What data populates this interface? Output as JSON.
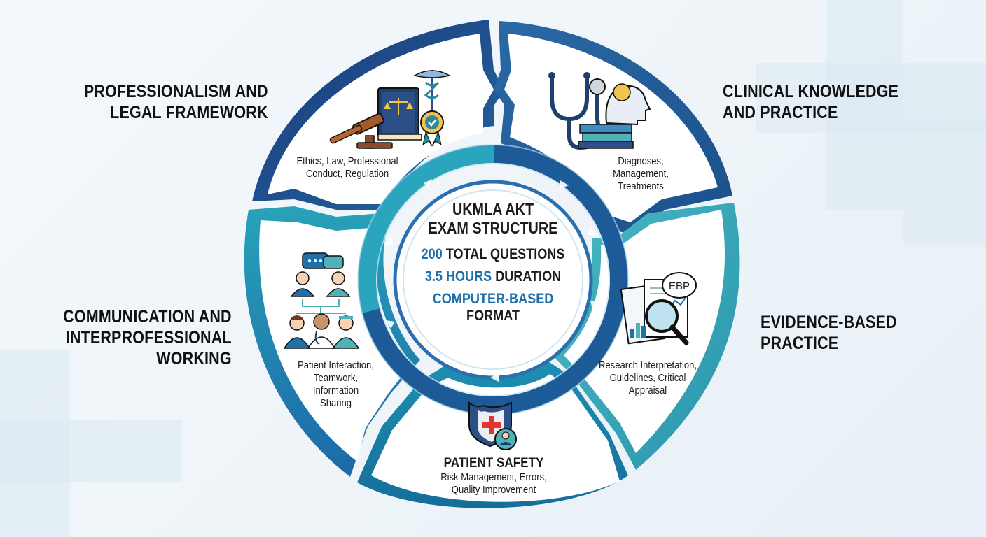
{
  "center": {
    "title_line1": "UKMLA AKT",
    "title_line2": "EXAM STRUCTURE",
    "q_num": "200",
    "q_text": "TOTAL QUESTIONS",
    "d_num": "3.5 HOURS",
    "d_text": "DURATION",
    "f_accent": "COMPUTER-BASED",
    "f_text": "FORMAT"
  },
  "segments": [
    {
      "title": [
        "PROFESSIONALISM AND",
        "LEGAL FRAMEWORK"
      ],
      "desc": [
        "Ethics, Law, Professional",
        "Conduct, Regulation"
      ],
      "icon": "gavel-law-books-icon",
      "color": "#1e3f7e"
    },
    {
      "title": [
        "CLINICAL KNOWLEDGE",
        "AND PRACTICE"
      ],
      "desc": [
        "Diagnoses,",
        "Management,",
        "Treatments"
      ],
      "icon": "stethoscope-books-icon",
      "color": "#1b5c92"
    },
    {
      "title": [
        "EVIDENCE-BASED",
        "PRACTICE"
      ],
      "desc": [
        "Research Interpretation,",
        "Guidelines, Critical",
        "Appraisal"
      ],
      "icon": "research-magnifier-icon",
      "badge": "EBP",
      "color": "#33a7b5"
    },
    {
      "title": [
        "PATIENT SAFETY"
      ],
      "desc": [
        "Risk Management, Errors,",
        "Quality Improvement"
      ],
      "icon": "safety-shield-icon",
      "color": "#1a83a8"
    },
    {
      "title": [
        "COMMUNICATION AND",
        "INTERPROFESSIONAL",
        "WORKING"
      ],
      "desc": [
        "Patient Interaction,",
        "Teamwork,",
        "Information",
        "Sharing"
      ],
      "icon": "team-communication-icon",
      "color": "#1c78b5"
    }
  ],
  "colors": {
    "navy": "#1e3f7e",
    "blue": "#1b5c92",
    "teal": "#33a7b5",
    "accent": "#1f6fa8",
    "red": "#e0362e"
  }
}
